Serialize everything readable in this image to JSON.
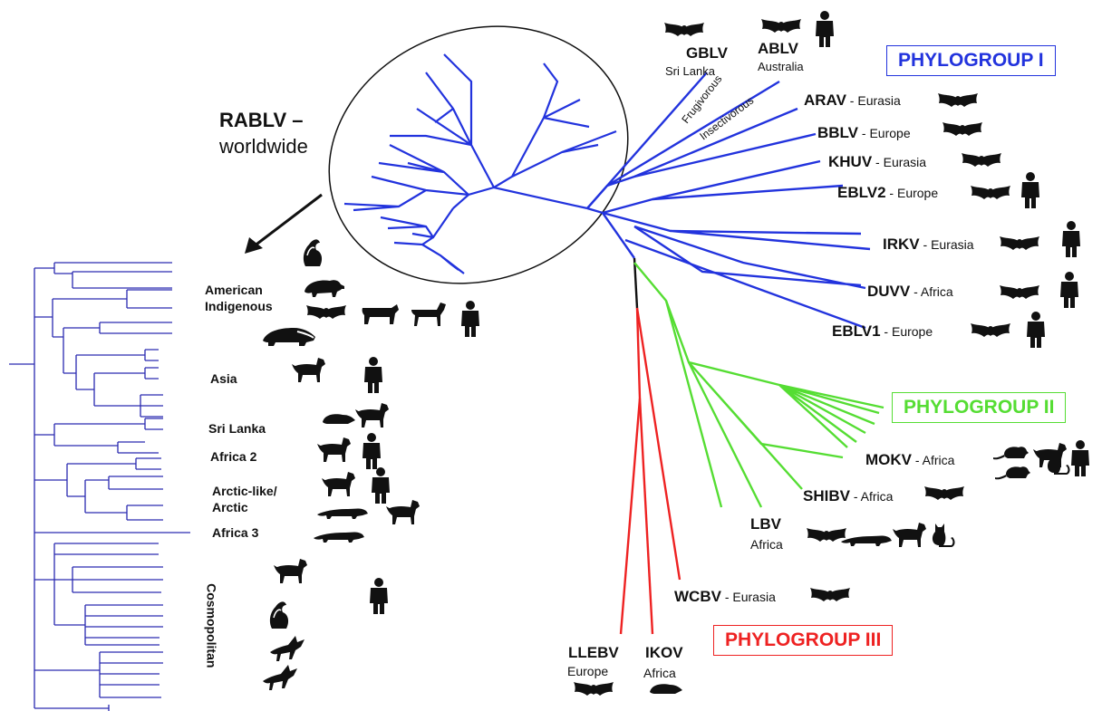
{
  "colors": {
    "phylogroup_1": "#2233dd",
    "phylogroup_2": "#55dd33",
    "phylogroup_3": "#ee2222",
    "rablv_tree": "#2a2ab0",
    "outline": "#111111"
  },
  "phylogroups": {
    "pg1": "PHYLOGROUP I",
    "pg2": "PHYLOGROUP II",
    "pg3": "PHYLOGROUP III"
  },
  "rablv": {
    "name": "RABLV –",
    "scope": "worldwide"
  },
  "branch_notes": {
    "frugivorous": "Frugivorous",
    "insectivorous": "Insectivorous"
  },
  "viruses": {
    "gblv": {
      "name": "GBLV",
      "region": "Sri Lanka"
    },
    "ablv": {
      "name": "ABLV",
      "region": "Australia"
    },
    "arav": {
      "name": "ARAV",
      "region": " - Eurasia"
    },
    "bblv": {
      "name": "BBLV",
      "region": " - Europe"
    },
    "khuv": {
      "name": "KHUV",
      "region": " - Eurasia"
    },
    "eblv2": {
      "name": "EBLV2",
      "region": " - Europe"
    },
    "irkv": {
      "name": "IRKV",
      "region": " - Eurasia"
    },
    "duvv": {
      "name": "DUVV",
      "region": " - Africa"
    },
    "eblv1": {
      "name": "EBLV1",
      "region": " - Europe"
    },
    "mokv": {
      "name": "MOKV",
      "region": " - Africa"
    },
    "shibv": {
      "name": "SHIBV",
      "region": " - Africa"
    },
    "lbv": {
      "name": "LBV",
      "region": "Africa"
    },
    "wcbv": {
      "name": "WCBV",
      "region": " - Eurasia"
    },
    "llebv": {
      "name": "LLEBV",
      "region": "Europe"
    },
    "ikov": {
      "name": "IKOV",
      "region": "Africa"
    }
  },
  "lineages": {
    "american": "American\nIndigenous",
    "asia": "Asia",
    "srilanka": "Sri Lanka",
    "africa2": "Africa 2",
    "arctic": "Arctic-like/\nArctic",
    "africa3": "Africa 3",
    "cosmopolitan": "Cosmopolitan"
  },
  "host_icons": {
    "bat": "bat-silhouette-icon",
    "human": "human-silhouette-icon",
    "dog": "dog-silhouette-icon",
    "cat": "cat-silhouette-icon",
    "rodent": "rodent-silhouette-icon",
    "mongoose": "mongoose-silhouette-icon",
    "fox": "fox-silhouette-icon",
    "raccoon": "raccoon-silhouette-icon",
    "skunk": "skunk-silhouette-icon",
    "cattle": "cattle-silhouette-icon",
    "horse": "horse-silhouette-icon",
    "badger": "badger-silhouette-icon",
    "shrew": "shrew-silhouette-icon"
  }
}
